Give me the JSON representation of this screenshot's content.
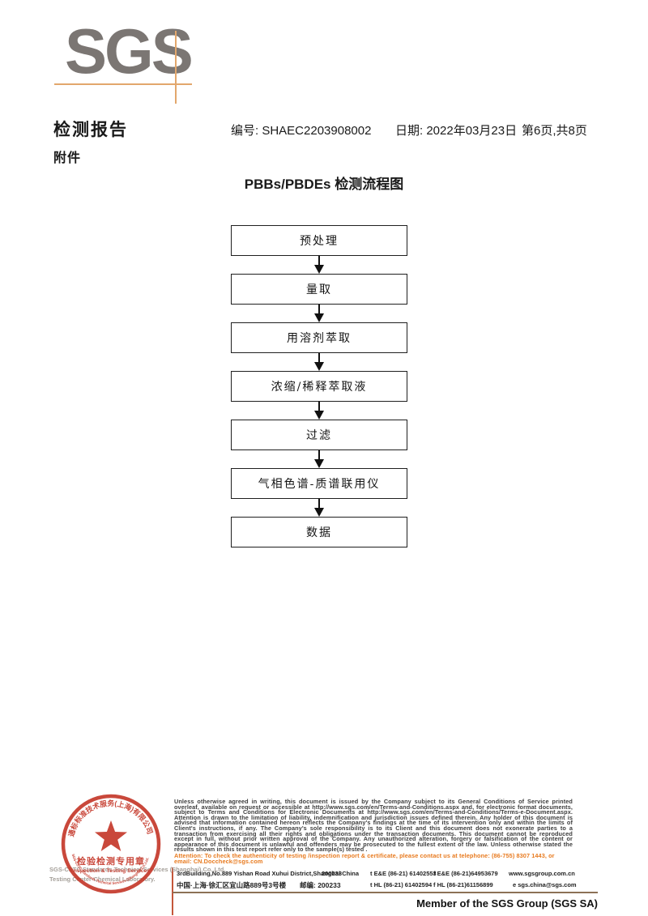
{
  "logo": {
    "text": "SGS"
  },
  "header": {
    "report_title": "检测报告",
    "report_no": "编号: SHAEC2203908002",
    "date": "日期: 2022年03月23日",
    "page_info": "第6页,共8页",
    "attachment_label": "附件"
  },
  "flowchart": {
    "title": "PBBs/PBDEs 检测流程图",
    "steps": [
      "预处理",
      "量取",
      "用溶剂萃取",
      "浓缩/稀释萃取液",
      "过滤",
      "气相色谱-质谱联用仪",
      "数据"
    ]
  },
  "stamp": {
    "arc_top": "通标标准技术服务(上海)有限公司",
    "line1": "检验检测专用章",
    "line2": "Inspection & Testing Services",
    "arc_bottom": "SGS-CSTC Standards Technical Services (Shanghai) Co.,Ltd."
  },
  "company_gray": {
    "line1": "SGS-CSTC Standards Technical Services (Shanghai) Co.,Ltd.",
    "line2": "Testing Center-Chemical Laboratory."
  },
  "legal": {
    "paragraph": "Unless otherwise agreed in writing, this document is issued by the Company subject to its General Conditions of Service printed overleaf, available on request or accessible at http://www.sgs.com/en/Terms-and-Conditions.aspx and, for electronic format documents, subject to Terms and Conditions for Electronic Documents at http://www.sgs.com/en/Terms-and-Conditions/Terms-e-Document.aspx. Attention is drawn to the limitation of liability, indemnification and jurisdiction issues defined therein. Any holder of this document is advised that information contained hereon reflects the Company's findings at the time of its intervention only and within the limits of Client's instructions, if any. The Company's sole responsibility is to its Client and this document does not exonerate parties to a transaction from exercising all their rights and obligations under the transaction documents. This document cannot be reproduced except in full, without prior written approval of the Company. Any unauthorized alteration, forgery or falsification of the content or appearance of this document is unlawful and offenders may be prosecuted to the fullest extent of the law. Unless otherwise stated the results shown in this test report refer only to the sample(s) tested .",
    "attention": "Attention: To check the authenticity of testing /inspection report & certificate, please contact us at telephone: (86-755) 8307 1443, or email: CN.Doccheck@sgs.com"
  },
  "footer": {
    "address_en": "3rdBuilding,No.889 Yishan Road Xuhui District,Shanghai China",
    "postcode_en": "200233",
    "tel_en": "t E&E (86-21) 61402553",
    "fax_en": "f E&E (86-21)64953679",
    "web": "www.sgsgroup.com.cn",
    "address_cn": "中国·上海·徐汇区宜山路889号3号楼",
    "postcode_cn": "邮编: 200233",
    "tel_cn": "t HL (86-21) 61402594",
    "fax_cn": "f HL (86-21)61156899",
    "email": "e  sgs.china@sgs.com",
    "member": "Member of the SGS Group (SGS SA)"
  },
  "colors": {
    "logo_gray": "#7b7673",
    "crosshair_tan": "#e2a76c",
    "stamp_red": "#c5392b",
    "attention_orange": "#e87a1e",
    "footer_rule_brown": "#8c7156"
  }
}
